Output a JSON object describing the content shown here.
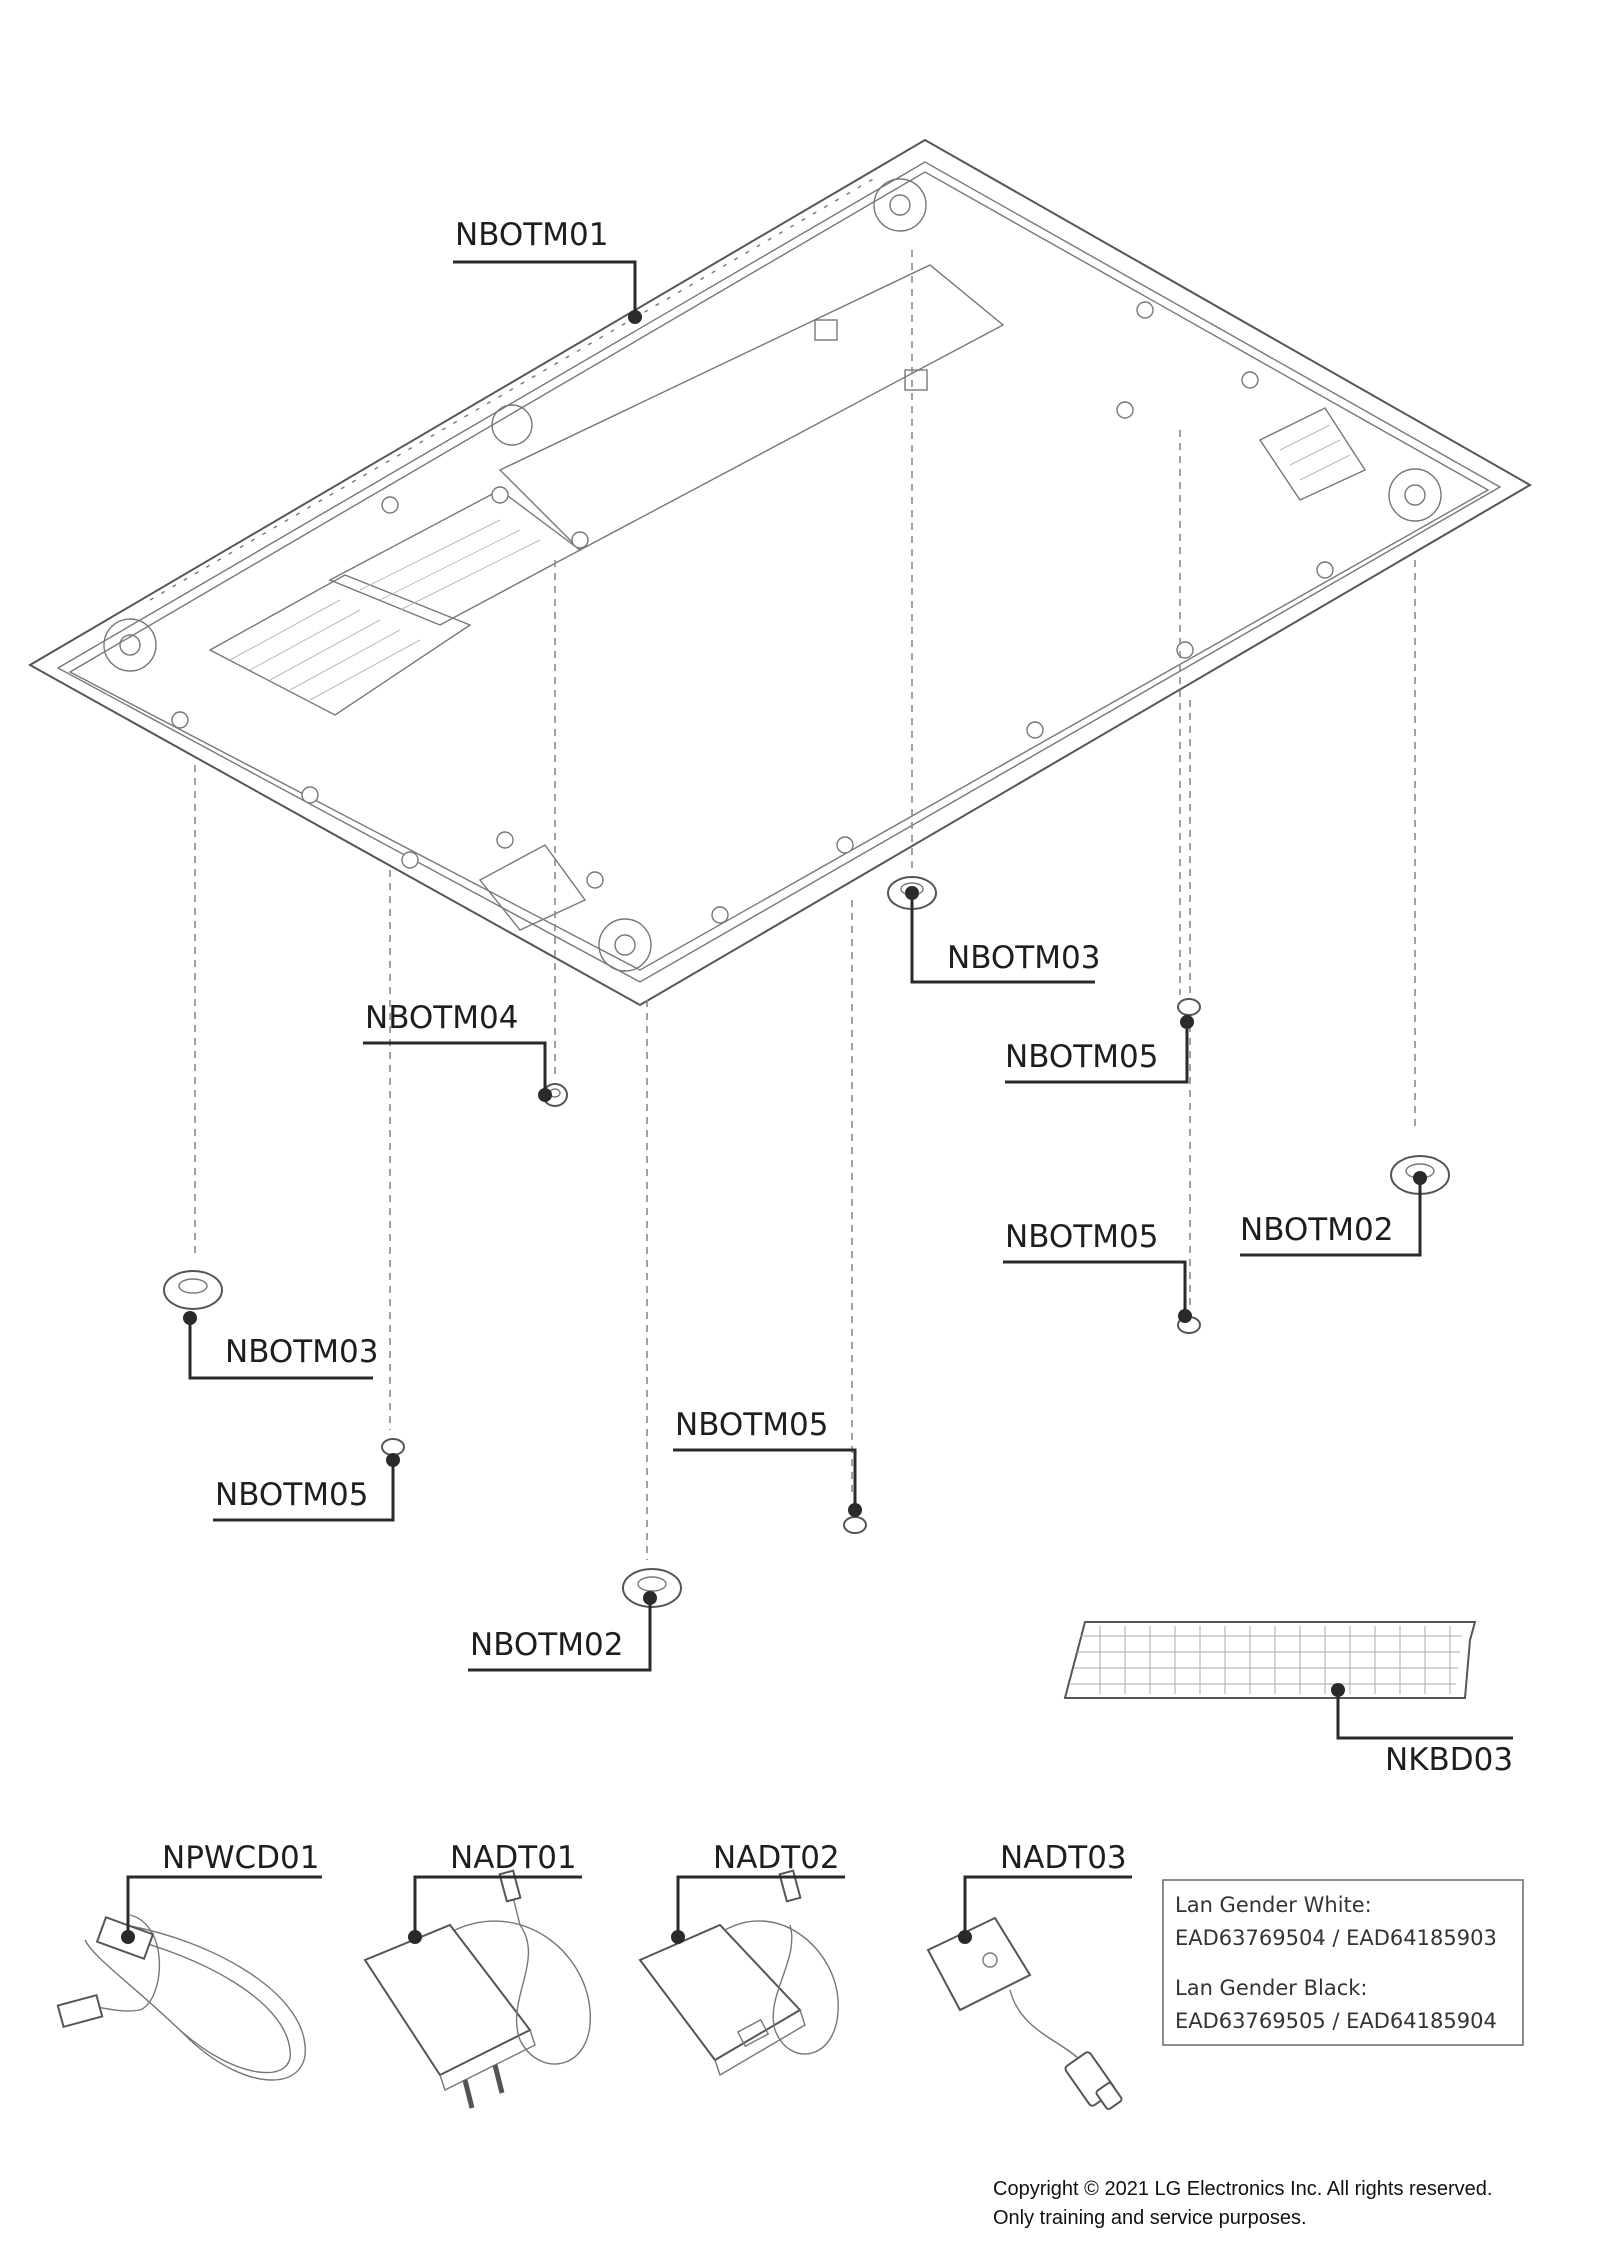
{
  "callouts": {
    "nbotm01": "NBOTM01",
    "nbotm03_right": "NBOTM03",
    "nbotm04": "NBOTM04",
    "nbotm05_right_upper": "NBOTM05",
    "nbotm05_right_lower": "NBOTM05",
    "nbotm02_right": "NBOTM02",
    "nbotm03_left": "NBOTM03",
    "nbotm05_left": "NBOTM05",
    "nbotm05_center": "NBOTM05",
    "nbotm02_center": "NBOTM02",
    "nkbd03": "NKBD03",
    "npwcd01": "NPWCD01",
    "nadt01": "NADT01",
    "nadt02": "NADT02",
    "nadt03": "NADT03"
  },
  "lan_gender_note": {
    "white_title": "Lan Gender White:",
    "white_parts": "EAD63769504 / EAD64185903",
    "black_title": "Lan Gender Black:",
    "black_parts": "EAD63769505 / EAD64185904"
  },
  "footer": {
    "copyright": "Copyright © 2021 LG Electronics Inc. All rights reserved.",
    "notice": "Only training and service purposes."
  }
}
